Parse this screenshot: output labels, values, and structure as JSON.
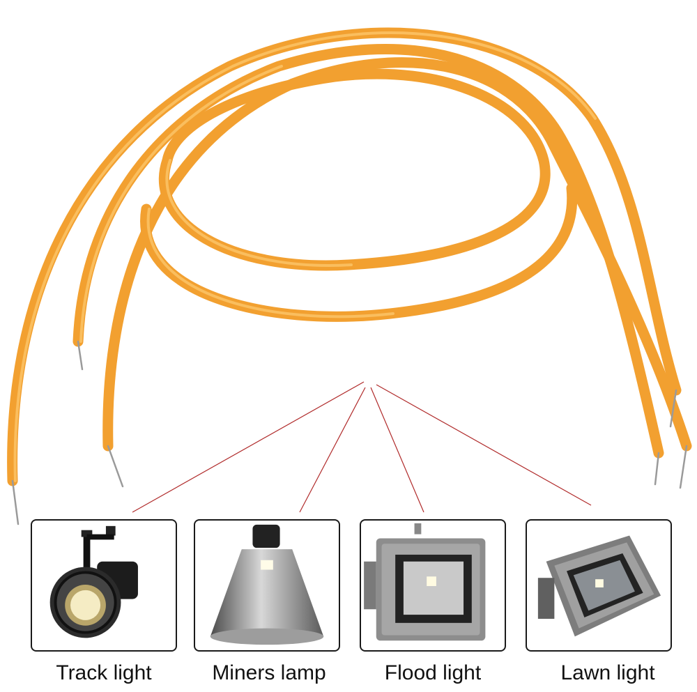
{
  "products": [
    {
      "id": "track",
      "label": "Track light",
      "icon": "track-light-icon"
    },
    {
      "id": "miners",
      "label": "Miners lamp",
      "icon": "miners-lamp-icon"
    },
    {
      "id": "flood",
      "label": "Flood light",
      "icon": "flood-light-icon"
    },
    {
      "id": "lawn",
      "label": "Lawn light",
      "icon": "lawn-light-icon"
    }
  ],
  "colors": {
    "filament": "#f7a935",
    "filament_highlight": "#fcc66a",
    "pointer_line": "#b02a2a",
    "card_border": "#1a1a1a"
  }
}
